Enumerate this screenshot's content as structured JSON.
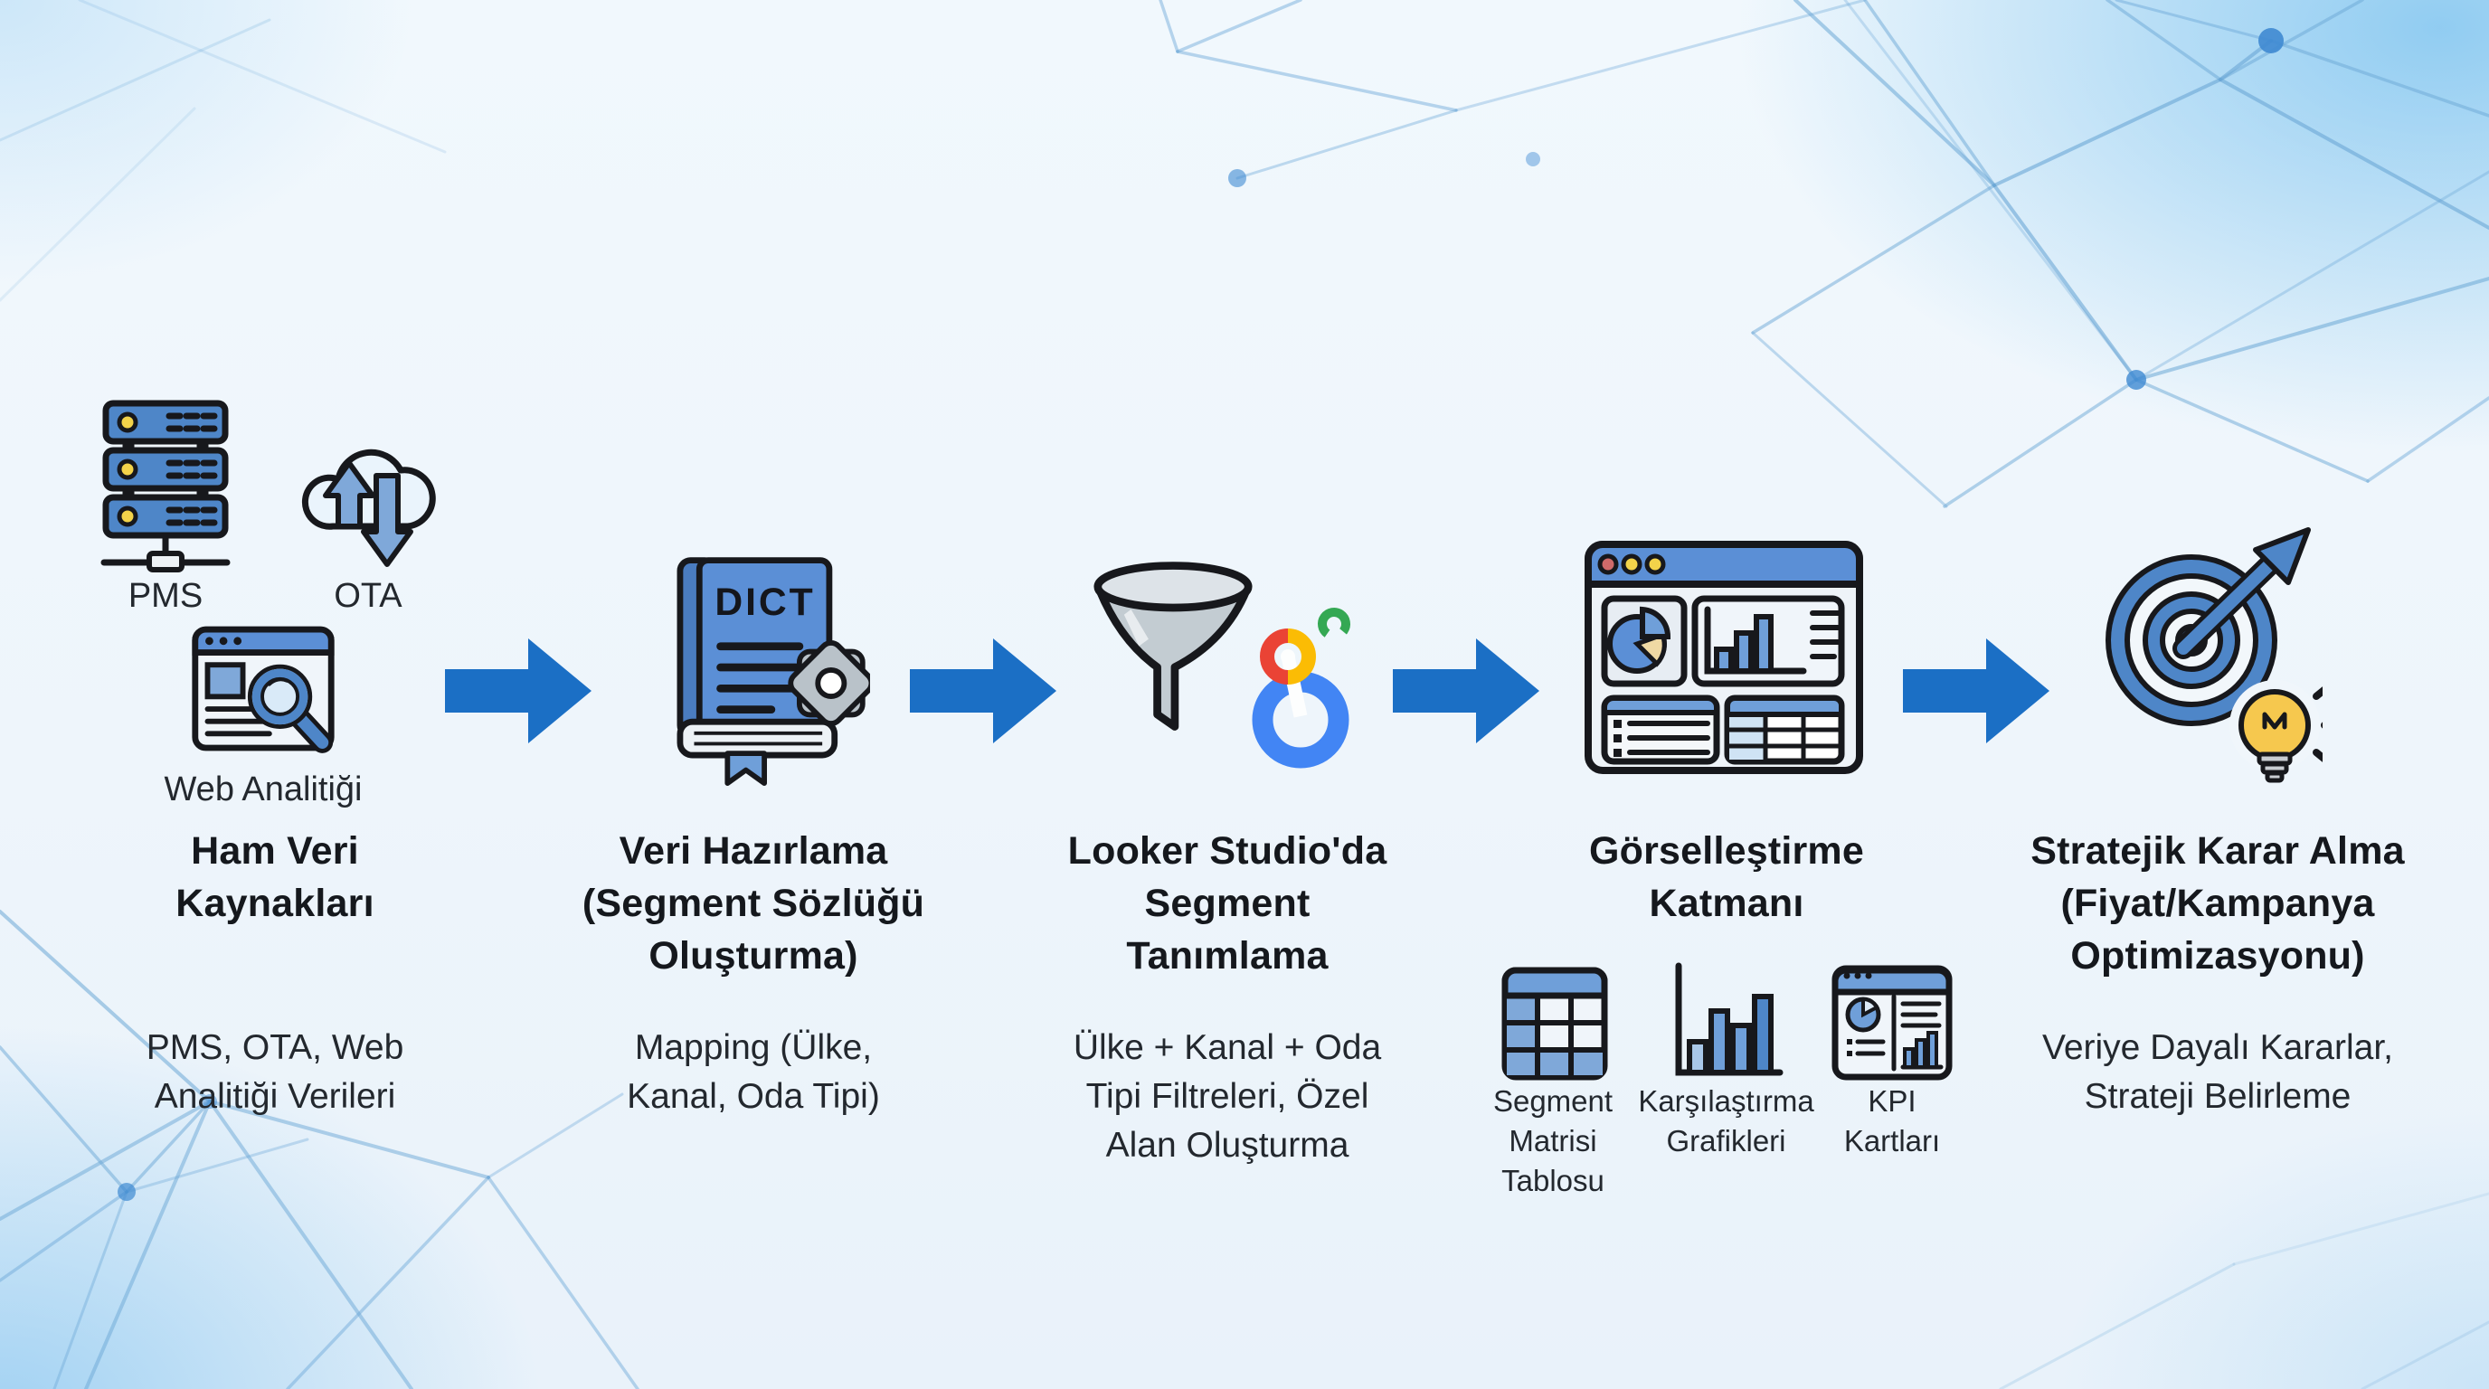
{
  "diagram": {
    "language": "tr",
    "flow_direction": "left-to-right",
    "arrow_count": 4
  },
  "colors": {
    "accent_arrow": "#1b6fc5",
    "icon_blue": "#5b8fd6",
    "icon_blue_mid": "#4e86c8",
    "icon_blue_light": "#7fa8d9",
    "outline": "#17181c",
    "bulb_yellow": "#f6c84e",
    "led_yellow": "#f3d34a",
    "funnel_gray": "#c3ccd2",
    "gear_gray": "#b9c2c9",
    "looker_blue": "#4285F4",
    "looker_red": "#EA4335",
    "looker_yellow": "#FBBC04",
    "looker_green": "#34A853",
    "mesh_line": "#6ba7d6",
    "mesh_node": "#3f8ad2",
    "title_text": "#15181d",
    "body_text": "#23282e"
  },
  "stages": [
    {
      "title": "Ham Veri\nKaynakları",
      "subtitle": "PMS, OTA, Web\nAnalitiği Verileri",
      "icons": [
        {
          "name": "server-stack-icon",
          "label": "PMS"
        },
        {
          "name": "cloud-sync-icon",
          "label": "OTA"
        },
        {
          "name": "web-analytics-icon",
          "label": "Web Analitiği"
        }
      ]
    },
    {
      "title": "Veri Hazırlama\n(Segment Sözlüğü\nOluşturma)",
      "subtitle": "Mapping (Ülke,\nKanal, Oda Tipi)",
      "icon_text": "DICT",
      "icons": [
        {
          "name": "dictionary-gear-icon"
        }
      ]
    },
    {
      "title": "Looker Studio'da\nSegment\nTanımlama",
      "subtitle": "Ülke + Kanal + Oda\nTipi Filtreleri, Özel\nAlan Oluşturma",
      "icons": [
        {
          "name": "funnel-icon"
        },
        {
          "name": "looker-logo-icon"
        }
      ]
    },
    {
      "title": "Görselleştirme\nKatmanı",
      "icons": [
        {
          "name": "dashboard-icon"
        }
      ],
      "sub_items": [
        {
          "icon": "table-icon",
          "label": "Segment\nMatrisi\nTablosu"
        },
        {
          "icon": "bar-chart-icon",
          "label": "Karşılaştırma\nGrafikleri"
        },
        {
          "icon": "kpi-card-icon",
          "label": "KPI\nKartları"
        }
      ]
    },
    {
      "title": "Stratejik Karar Alma\n(Fiyat/Kampanya\nOptimizasyonu)",
      "subtitle": "Veriye Dayalı Kararlar,\nStrateji Belirleme",
      "icons": [
        {
          "name": "target-arrow-bulb-icon"
        }
      ]
    }
  ]
}
